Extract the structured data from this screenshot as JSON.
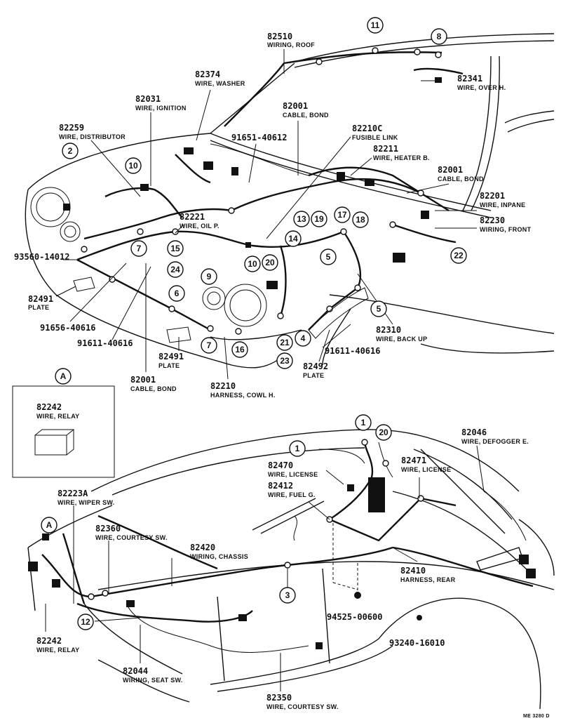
{
  "callouts": [
    {
      "num": "82510",
      "desc": "WIRING, ROOF"
    },
    {
      "num": "82374",
      "desc": "WIRE, WASHER"
    },
    {
      "num": "82031",
      "desc": "WIRE, IGNITION"
    },
    {
      "num": "82259",
      "desc": "WIRE, DISTRIBUTOR"
    },
    {
      "num": "82001",
      "desc": "CABLE, BOND"
    },
    {
      "num": "91651-40612",
      "desc": ""
    },
    {
      "num": "82210C",
      "desc": "FUSIBLE LINK"
    },
    {
      "num": "82211",
      "desc": "WIRE, HEATER B."
    },
    {
      "num": "82001",
      "desc": "CABLE, BOND"
    },
    {
      "num": "82341",
      "desc": "WIRE, OVER H."
    },
    {
      "num": "82201",
      "desc": "WIRE, INPANE"
    },
    {
      "num": "82230",
      "desc": "WIRING, FRONT"
    },
    {
      "num": "82221",
      "desc": "WIRE, OIL P."
    },
    {
      "num": "93560-14012",
      "desc": ""
    },
    {
      "num": "82491",
      "desc": "PLATE"
    },
    {
      "num": "91656-40616",
      "desc": ""
    },
    {
      "num": "91611-40616",
      "desc": ""
    },
    {
      "num": "82491",
      "desc": "PLATE"
    },
    {
      "num": "82001",
      "desc": "CABLE, BOND"
    },
    {
      "num": "82210",
      "desc": "HARNESS, COWL H."
    },
    {
      "num": "82310",
      "desc": "WIRE, BACK UP"
    },
    {
      "num": "91611-40616",
      "desc": ""
    },
    {
      "num": "82492",
      "desc": "PLATE"
    },
    {
      "num": "82242",
      "desc": "WIRE, RELAY"
    },
    {
      "num": "82046",
      "desc": "WIRE, DEFOGGER E."
    },
    {
      "num": "82470",
      "desc": "WIRE, LICENSE"
    },
    {
      "num": "82471",
      "desc": "WIRE, LICENSE"
    },
    {
      "num": "82412",
      "desc": "WIRE, FUEL G."
    },
    {
      "num": "82223A",
      "desc": "WIRE, WIPER SW."
    },
    {
      "num": "82360",
      "desc": "WIRE, COURTESY SW."
    },
    {
      "num": "82420",
      "desc": "WIRING, CHASSIS"
    },
    {
      "num": "82410",
      "desc": "HARNESS, REAR"
    },
    {
      "num": "94525-00600",
      "desc": ""
    },
    {
      "num": "93240-16010",
      "desc": ""
    },
    {
      "num": "82242",
      "desc": "WIRE, RELAY"
    },
    {
      "num": "82044",
      "desc": "WIRING, SEAT SW."
    },
    {
      "num": "82350",
      "desc": "WIRE, COURTESY SW."
    }
  ],
  "markers": [
    "11",
    "8",
    "2",
    "10",
    "7",
    "15",
    "24",
    "9",
    "10",
    "20",
    "13",
    "19",
    "17",
    "18",
    "14",
    "5",
    "22",
    "6",
    "7",
    "16",
    "21",
    "4",
    "23",
    "5",
    "1",
    "1",
    "20",
    "3",
    "12"
  ],
  "inset_label": "A",
  "inset_marker": "A",
  "figure_code": "ME 3280 D"
}
